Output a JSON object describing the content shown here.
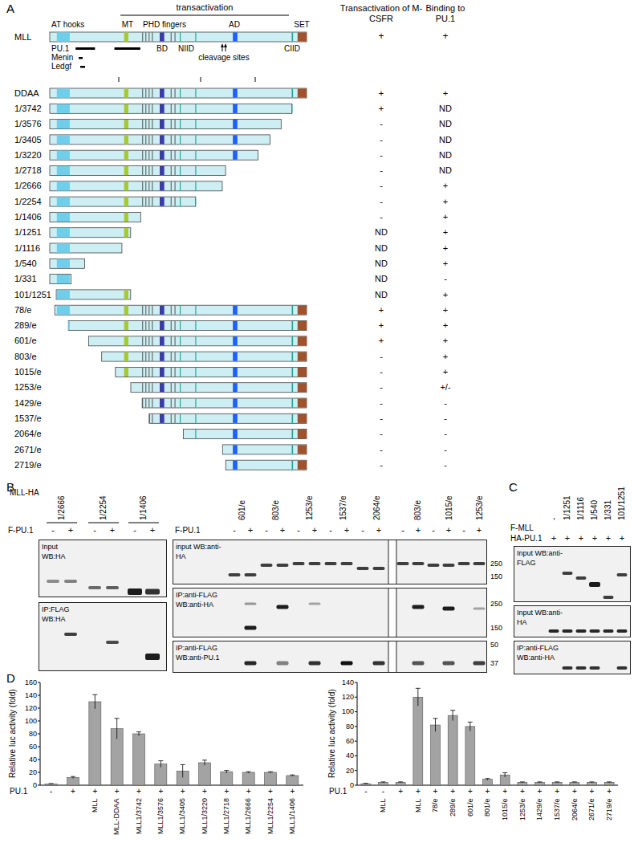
{
  "diagram": {
    "nodes": [
      {
        "text": [
          "Input WB:HA"
        ]
      },
      {
        "text": [
          "IP:FLAG WB:HA"
        ]
      },
      {
        "text": [
          "input WB:anti-HA"
        ]
      },
      {
        "text": [
          "IP:anti-FLAG WB:anti-HA"
        ]
      },
      {
        "text": [
          "IP:anti-FLAG WB:anti-PU.1"
        ]
      },
      {
        "text": [
          "Input WB:anti-FLAG"
        ]
      },
      {
        "text": [
          "Input WB:anti-HA"
        ]
      },
      {
        "text": [
          "IP:anti-FLAG WB:anti-HA"
        ]
      }
    ],
    "labels": [
      "A",
      "transactivation",
      "Transactivation of M-CSFR",
      "Binding to PU.1",
      "MLL",
      "AT hooks",
      "MT",
      "PHD fingers",
      "AD",
      "SET",
      "PU.1",
      "BD",
      "NIID",
      "cleavage sites",
      "CIID",
      "Menin",
      "Ledgf",
      "+",
      "+",
      "DDAA",
      "+",
      "+",
      "1/3742",
      "+",
      "ND",
      "1/3576",
      "-",
      "ND",
      "1/3405",
      "-",
      "ND",
      "1/3220",
      "-",
      "ND",
      "1/2718",
      "-",
      "ND",
      "1/2666",
      "-",
      "+",
      "1/2254",
      "-",
      "+",
      "1/1406",
      "-",
      "+",
      "1/1251",
      "ND",
      "+",
      "1/1116",
      "ND",
      "+",
      "1/540",
      "ND",
      "+",
      "1/331",
      "ND",
      "-",
      "101/1251",
      "ND",
      "+",
      "78/e",
      "+",
      "+",
      "289/e",
      "+",
      "+",
      "601/e",
      "+",
      "+",
      "803/e",
      "-",
      "+",
      "1015/e",
      "-",
      "+",
      "1253/e",
      "-",
      "+/-",
      "1429/e",
      "-",
      "-",
      "1537/e",
      "-",
      "-",
      "2064/e",
      "-",
      "-",
      "2671/e",
      "-",
      "-",
      "2719/e",
      "-",
      "-",
      "B",
      "MLL-HA",
      "1/2666",
      "1/2254",
      "1/1406",
      "F-PU.1",
      "-",
      "+",
      "-",
      "+",
      "-",
      "+",
      "601/e",
      "803/e",
      "1253/e",
      "1537/e",
      "2064/e",
      "803/e",
      "1015/e",
      "1253/e",
      "F-PU.1",
      "-",
      "+",
      "-",
      "+",
      "-",
      "+",
      "-",
      "+",
      "-",
      "+",
      "-",
      "+",
      "-",
      "+",
      "-",
      "+",
      "250",
      "150",
      "250",
      "150",
      "50",
      "37",
      "C",
      "-",
      "1/1251",
      "1/1116",
      "1/540",
      "1/331",
      "101/1251",
      "F-MLL",
      "HA-PU.1",
      "+",
      "+",
      "+",
      "+",
      "+",
      "+",
      "D",
      "Relative luc activity (fold)",
      "0",
      "20",
      "40",
      "60",
      "80",
      "100",
      "120",
      "140",
      "160",
      "PU.1",
      "-",
      "+",
      "+",
      "+",
      "+",
      "+",
      "+",
      "+",
      "+",
      "+",
      "+",
      "+",
      "MLL",
      "MLL-DDAA",
      "MLL1/3742",
      "MLL1/3576",
      "MLL1/3405",
      "MLL1/3220",
      "MLL1/2718",
      "MLL1/2666",
      "MLL1/2254",
      "MLL1/1406",
      "Relative luc activity (fold)",
      "0",
      "20",
      "40",
      "60",
      "80",
      "100",
      "120",
      "140",
      "PU.1",
      "-",
      "-",
      "+",
      "+",
      "+",
      "+",
      "+",
      "+",
      "+",
      "+",
      "+",
      "+",
      "+",
      "+",
      "+",
      "MLL",
      "MLL",
      "78/e",
      "289/e",
      "601/e",
      "801/e",
      "1015/e",
      "1253/e",
      "1429/e",
      "1537/e",
      "2064/e",
      "2671/e",
      "2719/e"
    ]
  }
}
